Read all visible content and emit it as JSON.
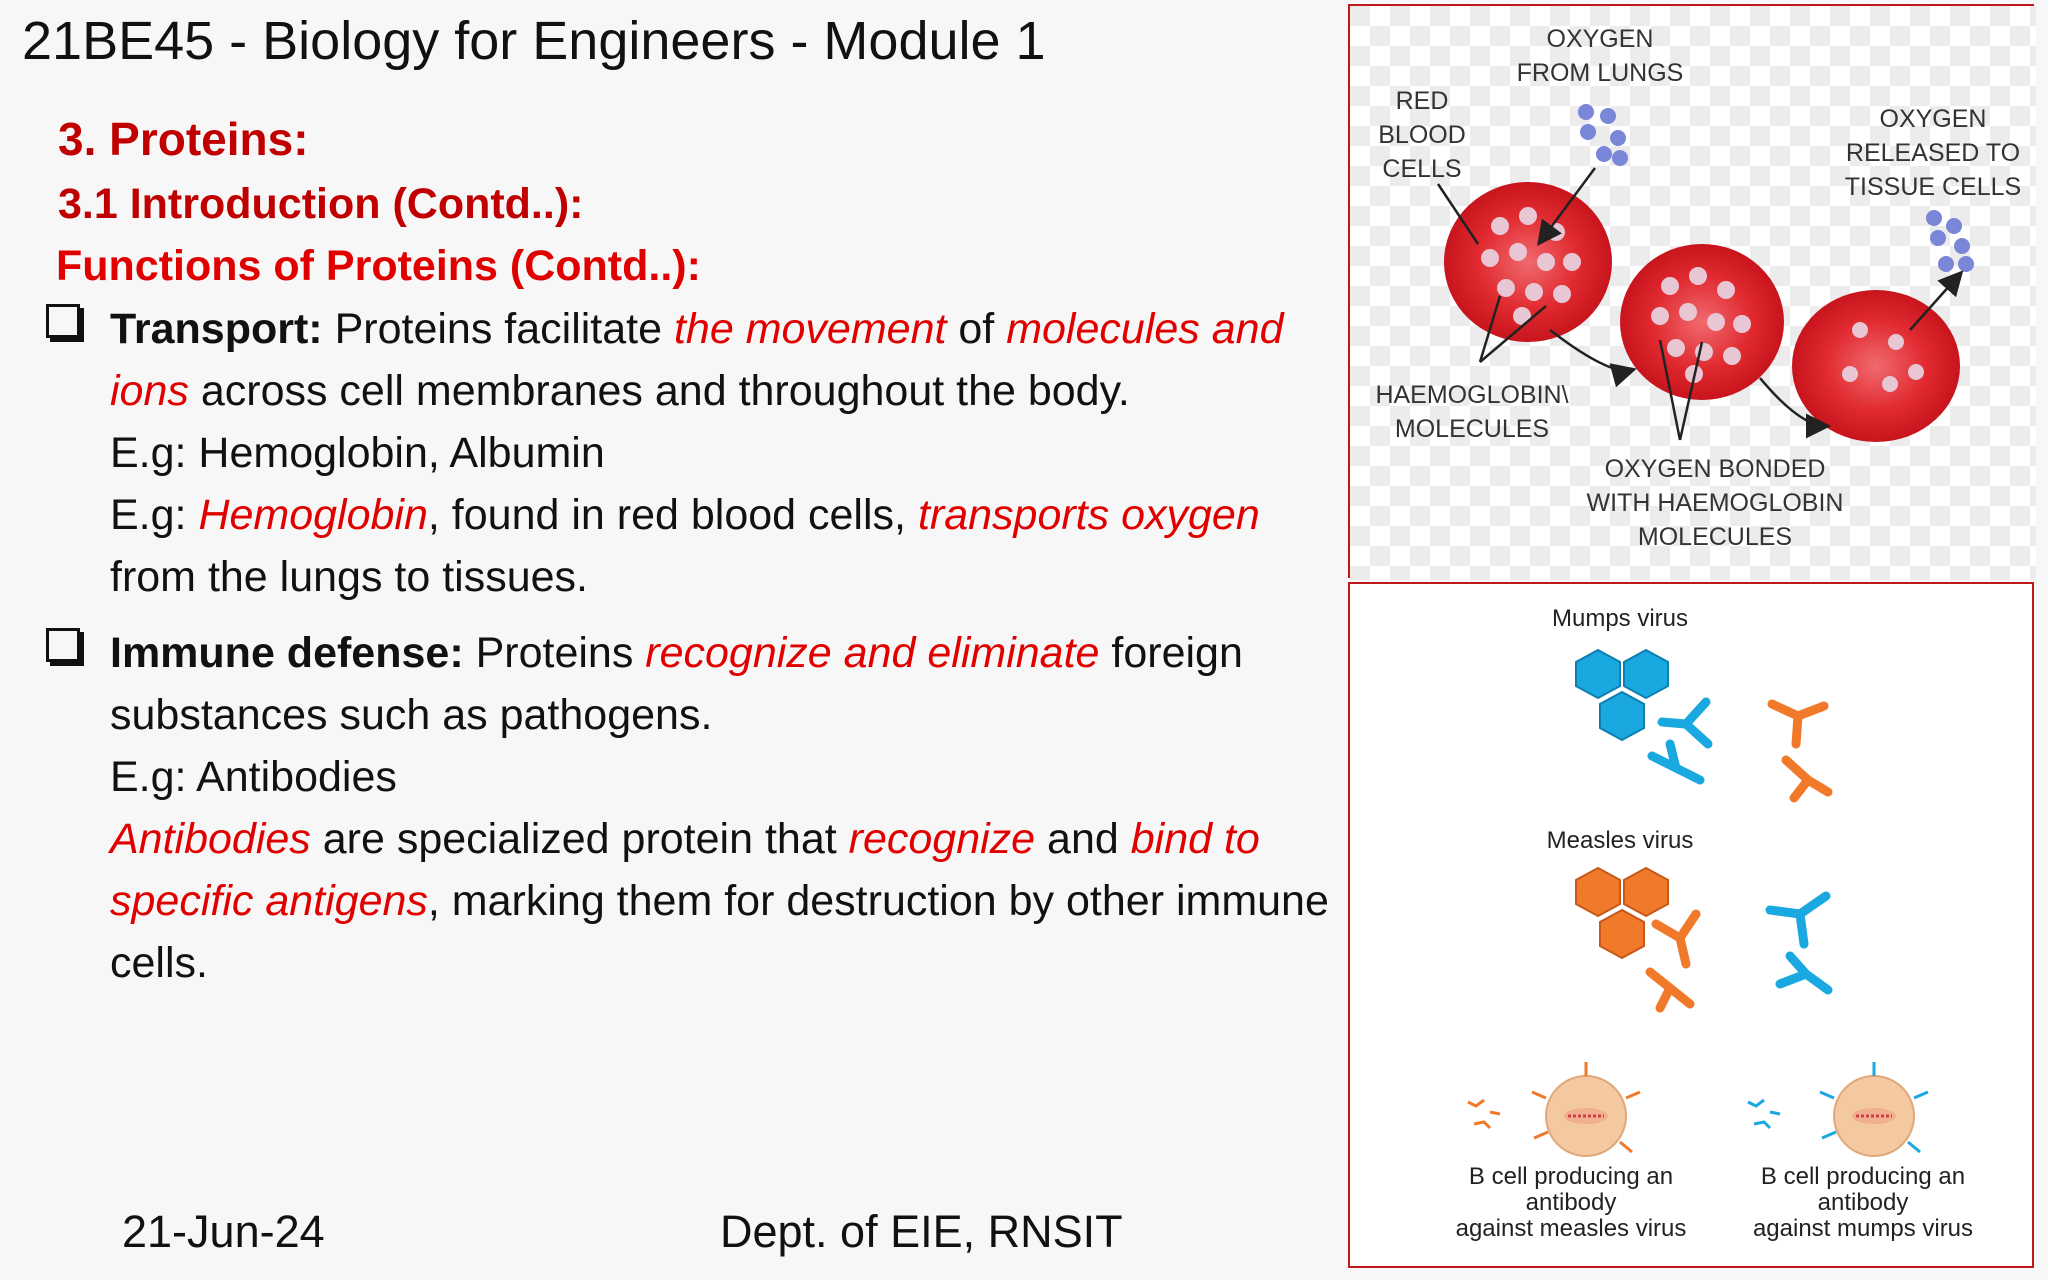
{
  "slide": {
    "title": "21BE45 - Biology for Engineers - Module 1",
    "heading1": "3. Proteins:",
    "heading2": "3.1 Introduction (Contd..):",
    "heading3": "Functions of Proteins (Contd..):"
  },
  "transport": {
    "term": "Transport:",
    "s1": " Proteins facilitate ",
    "s1_em": "the movement",
    "s2": " of ",
    "s2_em": "molecules and ions",
    "s3": " across cell membranes and throughout the body.",
    "example1": "E.g: Hemoglobin, Albumin",
    "e2_prefix": "E.g: ",
    "e2_em1": "Hemoglobin",
    "e2_mid": ", found in red blood cells, ",
    "e2_em2": "transports oxygen",
    "e2_end": " from the lungs to tissues."
  },
  "immune": {
    "term": "Immune defense:",
    "s1": " Proteins ",
    "s1_em": "recognize and eliminate",
    "s2": " foreign substances such as pathogens.",
    "example1": "E.g: Antibodies",
    "a_em1": "Antibodies",
    "a_mid1": " are specialized protein  that ",
    "a_em2": "recognize",
    "a_mid2": " and ",
    "a_em3": "bind to specific antigens",
    "a_end": ", marking them for destruction by other immune cells."
  },
  "footer": {
    "date": "21-Jun-24",
    "dept": "Dept. of EIE, RNSIT"
  },
  "figure_blood": {
    "label_oxygen_lungs": "OXYGEN\nFROM LUNGS",
    "label_rbc": "RED\nBLOOD\nCELLS",
    "label_released": "OXYGEN\nRELEASED TO\nTISSUE CELLS",
    "label_haemoglobin": "HAEMOGLOBIN\\\nMOLECULES",
    "label_bonded": "OXYGEN BONDED\nWITH HAEMOGLOBIN\nMOLECULES"
  },
  "figure_antibody": {
    "label_mumps": "Mumps virus",
    "label_measles": "Measles virus",
    "label_bcell_measles": "B cell producing an\nantibody\nagainst measles virus",
    "label_bcell_mumps": "B cell producing an\nantibody\nagainst mumps virus",
    "colors": {
      "mumps": "#1aa8e0",
      "measles": "#f07a2a",
      "rbc": "#e21d26"
    }
  }
}
